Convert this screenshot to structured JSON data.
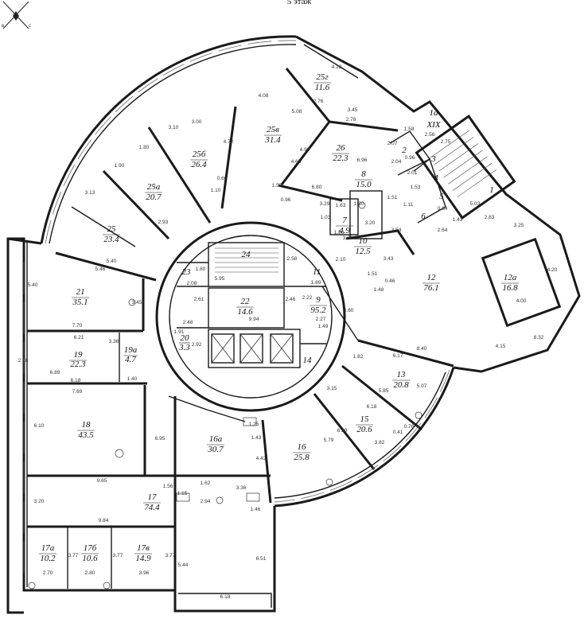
{
  "floor_title": "5 этаж",
  "compass": {
    "labels": [
      "в",
      "с"
    ]
  },
  "stair_marker": "XIX",
  "rooms": [
    {
      "number": "25г",
      "area": "11.6"
    },
    {
      "number": "25в",
      "area": "31.4"
    },
    {
      "number": "25б",
      "area": "26.4"
    },
    {
      "number": "25а",
      "area": "20.7"
    },
    {
      "number": "25",
      "area": "23.4"
    },
    {
      "number": "26",
      "area": "22.3"
    },
    {
      "number": "1а",
      "area": ""
    },
    {
      "number": "2",
      "area": ""
    },
    {
      "number": "3",
      "area": ""
    },
    {
      "number": "4",
      "area": ""
    },
    {
      "number": "5",
      "area": ""
    },
    {
      "number": "6",
      "area": ""
    },
    {
      "number": "1",
      "area": ""
    },
    {
      "number": "8",
      "area": "15.0"
    },
    {
      "number": "7",
      "area": "4.9"
    },
    {
      "number": "10",
      "area": "12.5"
    },
    {
      "number": "12",
      "area": "76.1"
    },
    {
      "number": "12а",
      "area": "16.8"
    },
    {
      "number": "24",
      "area": ""
    },
    {
      "number": "23",
      "area": ""
    },
    {
      "number": "11",
      "area": ""
    },
    {
      "number": "21",
      "area": "35.1"
    },
    {
      "number": "22",
      "area": "14.6"
    },
    {
      "number": "9",
      "area": "95.2"
    },
    {
      "number": "20",
      "area": "3.3"
    },
    {
      "number": "19",
      "area": "22.3"
    },
    {
      "number": "19а",
      "area": "4.7"
    },
    {
      "number": "14",
      "area": ""
    },
    {
      "number": "13",
      "area": "20.8"
    },
    {
      "number": "15",
      "area": "20.6"
    },
    {
      "number": "18",
      "area": "43.5"
    },
    {
      "number": "16а",
      "area": "30.7"
    },
    {
      "number": "16",
      "area": "25.8"
    },
    {
      "number": "17",
      "area": "74.4"
    },
    {
      "number": "17а",
      "area": "10.2"
    },
    {
      "number": "17б",
      "area": "10.6"
    },
    {
      "number": "17в",
      "area": "14.9"
    }
  ],
  "dimensions": [
    "4.22",
    "2.76",
    "3.45",
    "2.78",
    "5.08",
    "4.08",
    "4.99",
    "4.65",
    "6.96",
    "3.10",
    "4.72",
    "3.00",
    "1.80",
    "1.90",
    "3.13",
    "2.93",
    "0.60",
    "1.10",
    "1.57",
    "0.96",
    "6.80",
    "1.58",
    "2.56",
    "2.75",
    "2.07",
    "2.04",
    "0.96",
    "2.01",
    "1.53",
    "1.11",
    "1.51",
    "0.84",
    "1.43",
    "2.64",
    "5.03",
    "1.63",
    "3.29",
    "1.30",
    "3.20",
    "1.03",
    "1.86",
    "3.20",
    "3.54",
    "2.10",
    "3.43",
    "2.83",
    "3.25",
    "4.20",
    "4.00",
    "5.40",
    "5.46",
    "5.40",
    "3.45",
    "7.70",
    "6.21",
    "3.36",
    "2.58",
    "5.95",
    "1.89",
    "2.61",
    "2.46",
    "2.22",
    "3.60",
    "1.51",
    "0.46",
    "1.48",
    "9.94",
    "2.27",
    "1.49",
    "2.48",
    "1.91",
    "2.92",
    "2.08",
    "1.80",
    "2.98",
    "6.89",
    "6.18",
    "1.40",
    "7.69",
    "8.40",
    "6.17",
    "1.82",
    "3.15",
    "5.85",
    "5.07",
    "6.18",
    "0.76",
    "0.41",
    "6.29",
    "3.82",
    "5.79",
    "4.15",
    "8.32",
    "6.10",
    "6.95",
    "1.25",
    "1.43",
    "4.42",
    "9.65",
    "1.56",
    "1.62",
    "3.36",
    "1.15",
    "2.94",
    "1.46",
    "3.20",
    "9.84",
    "3.77",
    "3.77",
    "3.77",
    "5.44",
    "2.70",
    "2.80",
    "3.96",
    "6.51",
    "6.18"
  ]
}
